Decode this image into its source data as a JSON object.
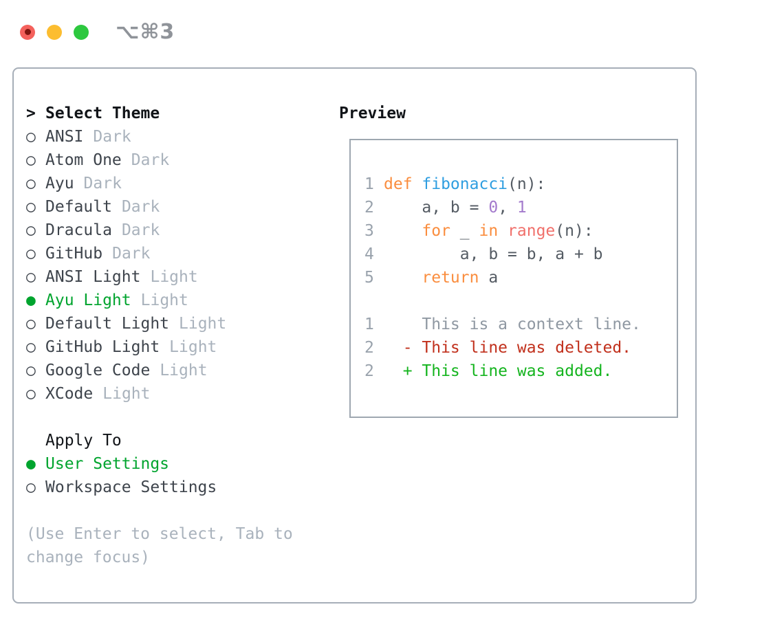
{
  "titlebar": {
    "shortcut": "⌥⌘3"
  },
  "icons": {
    "header_marker": ">",
    "unselected_marker": "○",
    "selected_marker": "●"
  },
  "theme_list": {
    "header": "Select Theme",
    "items": [
      {
        "name": "ANSI",
        "variant": "Dark",
        "selected": false
      },
      {
        "name": "Atom One",
        "variant": "Dark",
        "selected": false
      },
      {
        "name": "Ayu",
        "variant": "Dark",
        "selected": false
      },
      {
        "name": "Default",
        "variant": "Dark",
        "selected": false
      },
      {
        "name": "Dracula",
        "variant": "Dark",
        "selected": false
      },
      {
        "name": "GitHub",
        "variant": "Dark",
        "selected": false
      },
      {
        "name": "ANSI Light",
        "variant": "Light",
        "selected": false
      },
      {
        "name": "Ayu Light",
        "variant": "Light",
        "selected": true
      },
      {
        "name": "Default Light",
        "variant": "Light",
        "selected": false
      },
      {
        "name": "GitHub Light",
        "variant": "Light",
        "selected": false
      },
      {
        "name": "Google Code",
        "variant": "Light",
        "selected": false
      },
      {
        "name": "XCode",
        "variant": "Light",
        "selected": false
      }
    ]
  },
  "apply_to": {
    "header": "Apply To",
    "options": [
      {
        "label": "User Settings",
        "selected": true
      },
      {
        "label": "Workspace Settings",
        "selected": false
      }
    ]
  },
  "help_text": [
    "(Use Enter to select, Tab to",
    "change focus)"
  ],
  "preview": {
    "header": "Preview",
    "lines": [
      {
        "num": "1",
        "spans": [
          [
            "kw",
            "def "
          ],
          [
            "fn",
            "fibonacci"
          ],
          [
            "code-default",
            "(n):"
          ]
        ]
      },
      {
        "num": "2",
        "spans": [
          [
            "code-default",
            "    a, b = "
          ],
          [
            "numlit",
            "0"
          ],
          [
            "code-default",
            ", "
          ],
          [
            "numlit",
            "1"
          ]
        ]
      },
      {
        "num": "3",
        "spans": [
          [
            "code-default",
            "    "
          ],
          [
            "kw",
            "for"
          ],
          [
            "code-default",
            " _ "
          ],
          [
            "kw",
            "in"
          ],
          [
            "code-default",
            " "
          ],
          [
            "special",
            "range"
          ],
          [
            "code-default",
            "(n):"
          ]
        ]
      },
      {
        "num": "4",
        "spans": [
          [
            "code-default",
            "        a, b = b, a + b"
          ]
        ]
      },
      {
        "num": "5",
        "spans": [
          [
            "code-default",
            "    "
          ],
          [
            "kw",
            "return"
          ],
          [
            "code-default",
            " a"
          ]
        ]
      },
      {
        "num": "",
        "spans": []
      },
      {
        "num": "1",
        "spans": [
          [
            "ctx",
            "    This is a context line."
          ]
        ]
      },
      {
        "num": "2",
        "spans": [
          [
            "del",
            "  - This line was deleted."
          ]
        ]
      },
      {
        "num": "2",
        "spans": [
          [
            "add",
            "  + This line was added."
          ]
        ]
      }
    ]
  },
  "colors": {
    "ctl_red": "#f4615c",
    "ctl_red_dot": "#7e150f",
    "ctl_yellow": "#fcbd30",
    "ctl_green": "#2dc83f",
    "title_gray": "#8f9399",
    "panel_border": "#a6aeb8",
    "preview_border": "#9ea7b0",
    "text_black": "#111418",
    "text_dark": "#3e444c",
    "text_muted": "#a9b2bc",
    "green_selected": "#00a42e",
    "line_num": "#99a2ac",
    "code_default": "#545b63",
    "kw": "#fa8d3e",
    "fn": "#2f9ee0",
    "numlit": "#a37acc",
    "special": "#f0706b",
    "ctx": "#8f98a2",
    "del": "#c1301c",
    "add": "#14b41e"
  }
}
